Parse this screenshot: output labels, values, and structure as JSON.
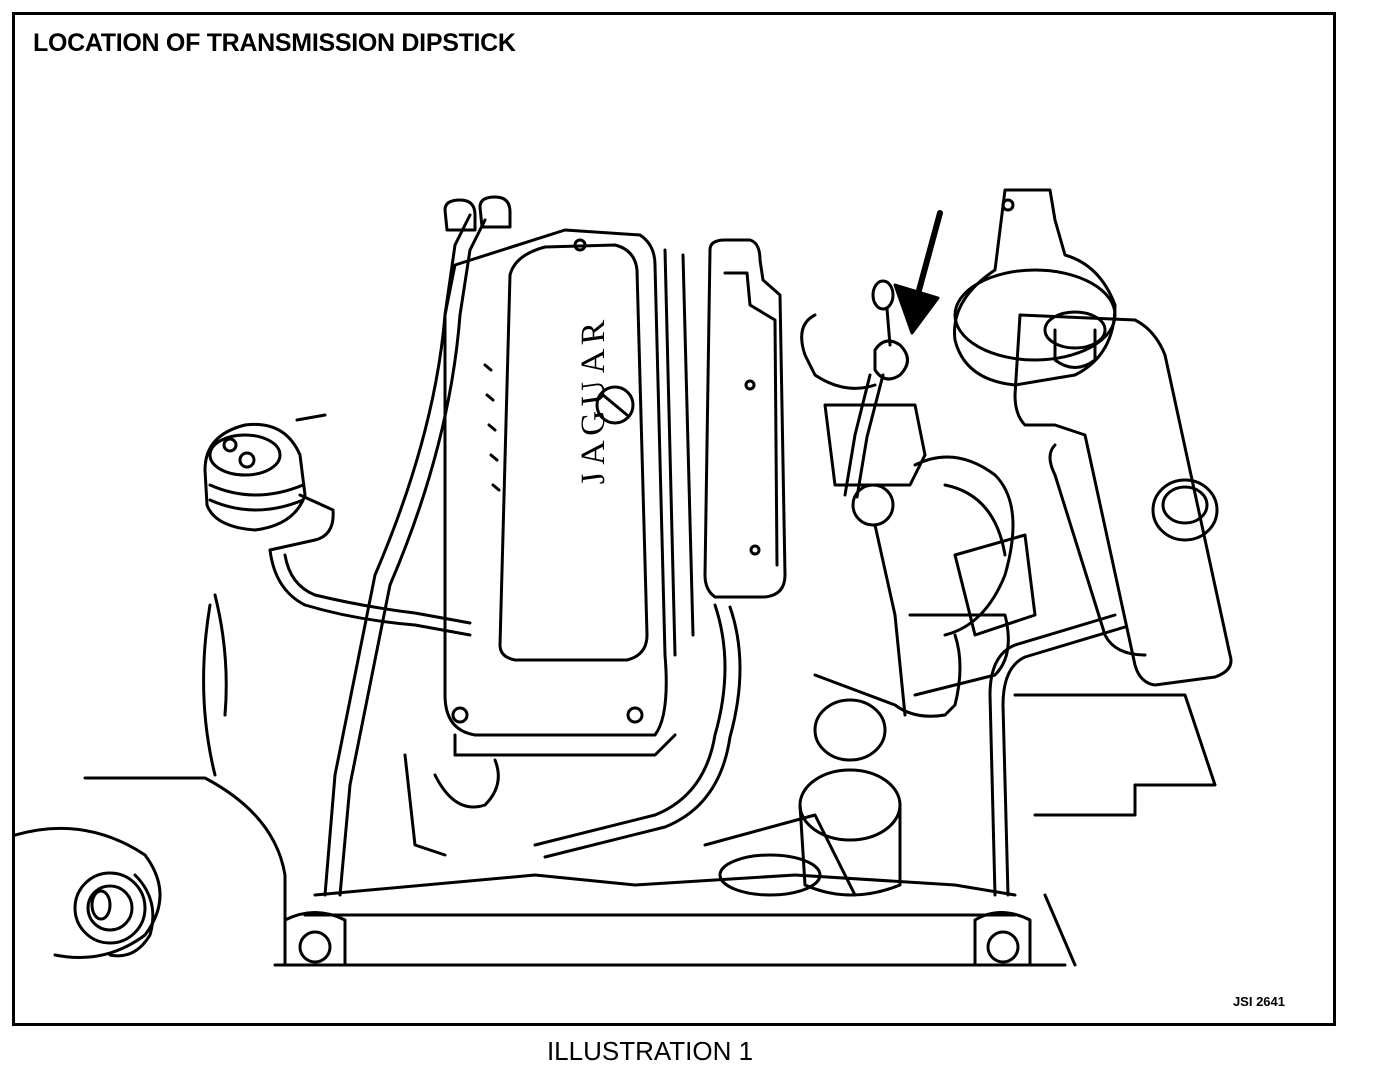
{
  "title": "LOCATION OF TRANSMISSION DIPSTICK",
  "engine_marking": "JAGUAR",
  "reference_code": "JSI 2641",
  "caption": "ILLUSTRATION 1"
}
